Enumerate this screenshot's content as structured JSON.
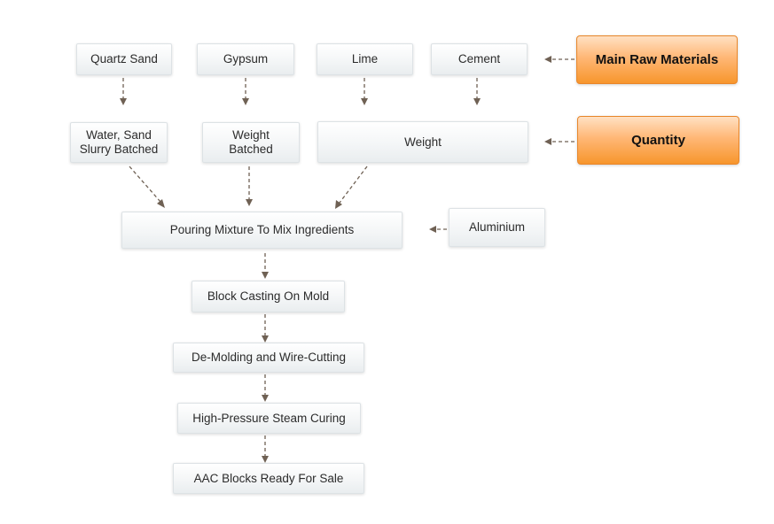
{
  "labels": {
    "main_raw_materials": "Main Raw Materials",
    "quantity": "Quantity"
  },
  "raw_materials": [
    "Quartz Sand",
    "Gypsum",
    "Lime",
    "Cement"
  ],
  "batching": [
    "Water, Sand\nSlurry Batched",
    "Weight\nBatched",
    "Weight"
  ],
  "additive": "Aluminium",
  "steps": [
    "Pouring Mixture To Mix Ingredients",
    "Block Casting On Mold",
    "De-Molding and Wire-Cutting",
    "High-Pressure Steam Curing",
    "AAC Blocks Ready For Sale"
  ],
  "colors": {
    "label_fill": "#f7962c",
    "box_fill": "#eef1f2",
    "arrow": "#6f6154"
  }
}
